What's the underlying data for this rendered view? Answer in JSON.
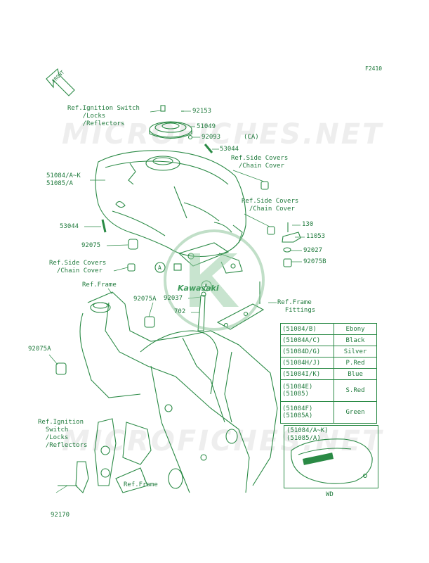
{
  "diagram_id": "F2410",
  "watermark": "MICROFICHES.NET",
  "front_badge": "FRONT",
  "logo_text": "Kawasaki",
  "labels": {
    "ref_ign_top": "Ref.Ignition Switch\n    /Locks\n    /Reflectors",
    "p92153": "92153",
    "p51049": "51049",
    "p92093": "92093",
    "p_ca": "(CA)",
    "p53044_top": "53044",
    "ref_side_1": "Ref.Side Covers\n  /Chain Cover",
    "p51084": "51084/A~K\n51085/A",
    "ref_side_2": "Ref.Side Covers\n  /Chain Cover",
    "p53044_left": "53044",
    "p130": "130",
    "p11053": "11053",
    "p92075": "92075",
    "p92027": "92027",
    "ref_side_3": "Ref.Side Covers\n  /Chain Cover",
    "p92075b": "92075B",
    "ref_frame_top": "Ref.Frame",
    "p92075a_top": "92075A",
    "p92037": "92037",
    "a_marker": "A",
    "ref_frame_fittings": "Ref.Frame\n  Fittings",
    "p702": "702",
    "p92075a_left": "92075A",
    "ref_ign_bottom": "Ref.Ignition\n  Switch\n  /Locks\n  /Reflectors",
    "ref_frame_bottom": "Ref.Frame",
    "p92170": "92170",
    "wd_title": "(51084/A~K)\n(51085/A)",
    "wd_label": "WD"
  },
  "color_table": [
    {
      "code": "(51084/B)",
      "name": "Ebony"
    },
    {
      "code": "(51084A/C)",
      "name": "Black"
    },
    {
      "code": "(51084D/G)",
      "name": "Silver"
    },
    {
      "code": "(51084H/J)",
      "name": "P.Red"
    },
    {
      "code": "(51084I/K)",
      "name": "Blue"
    },
    {
      "code": "(51084E)\n(51085)",
      "name": "S.Red"
    },
    {
      "code": "(51084F)\n(51085A)",
      "name": "Green"
    }
  ],
  "colors": {
    "line": "#2a8a45",
    "text": "#1f7a3c",
    "logo": "#3d9a5a"
  }
}
